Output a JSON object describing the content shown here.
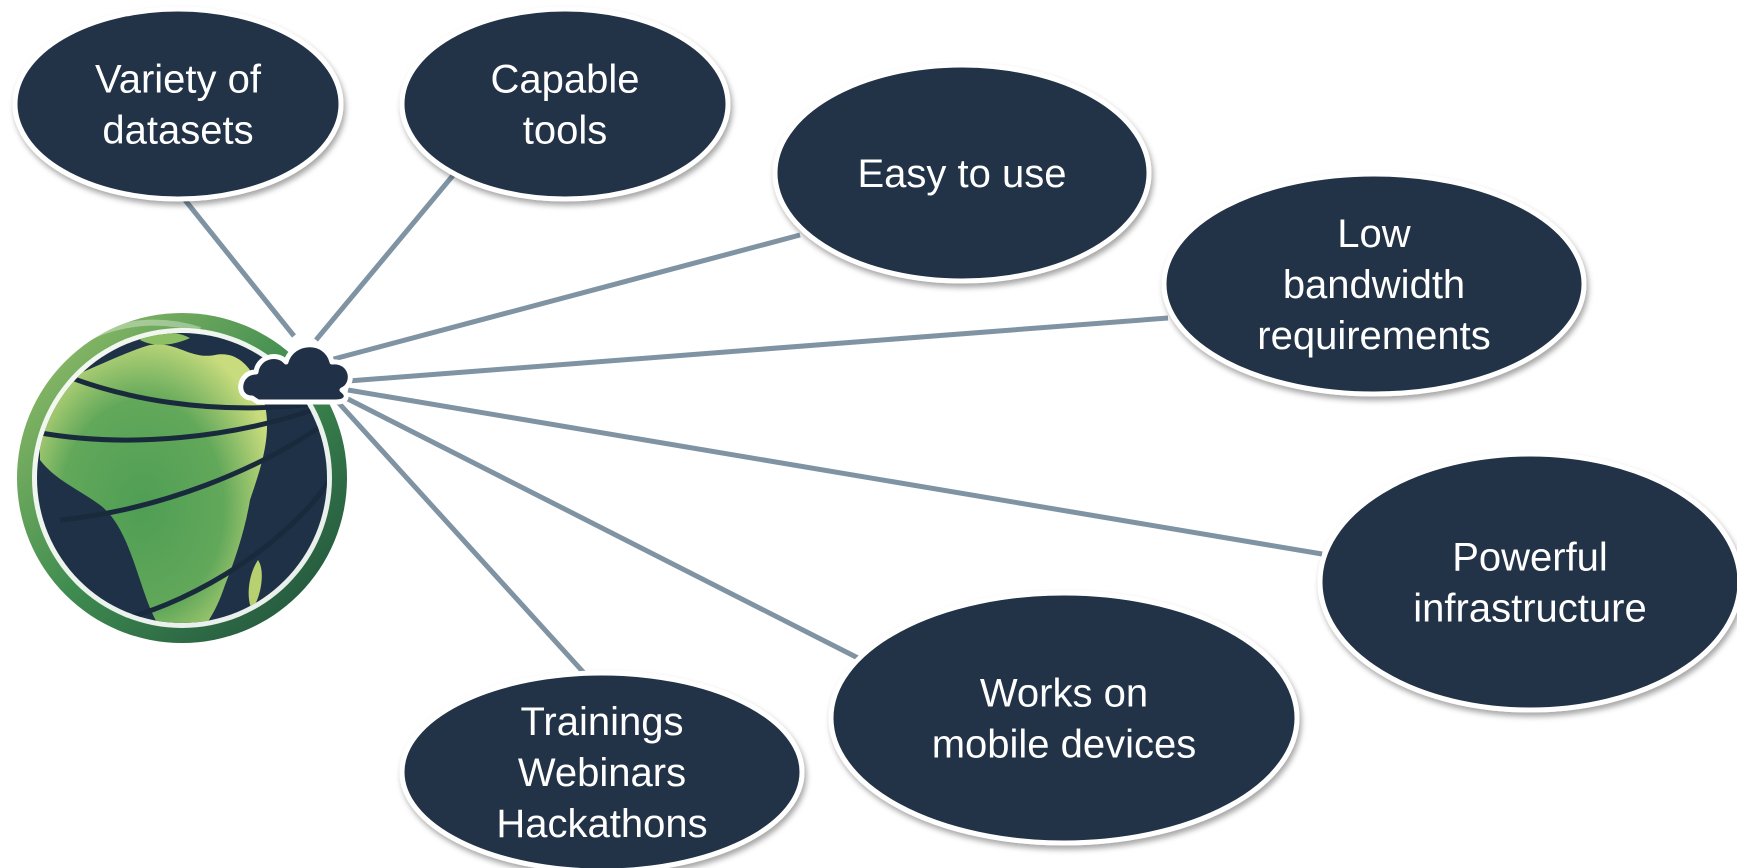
{
  "colors": {
    "ellipse_fill": "#203147",
    "ellipse_border": "#ffffff",
    "connector": "#7f93a3",
    "globe_ocean": "#1f3147",
    "globe_land": "#5aa152",
    "globe_land_light": "#c9dc7d",
    "text": "#ffffff"
  },
  "hub": {
    "icon": "cloud-icon",
    "logo": "africa-globe-logo"
  },
  "nodes": [
    {
      "id": "variety-of-datasets",
      "lines": [
        "Variety of",
        "datasets"
      ]
    },
    {
      "id": "capable-tools",
      "lines": [
        "Capable",
        "tools"
      ]
    },
    {
      "id": "easy-to-use",
      "lines": [
        "Easy to use"
      ]
    },
    {
      "id": "low-bandwidth-requirements",
      "lines": [
        "Low",
        "bandwidth",
        "requirements"
      ]
    },
    {
      "id": "powerful-infrastructure",
      "lines": [
        "Powerful",
        "infrastructure"
      ]
    },
    {
      "id": "works-on-mobile-devices",
      "lines": [
        "Works on",
        "mobile devices"
      ]
    },
    {
      "id": "trainings-webinars-hackathons",
      "lines": [
        "Trainings",
        "Webinars",
        "Hackathons"
      ]
    }
  ]
}
